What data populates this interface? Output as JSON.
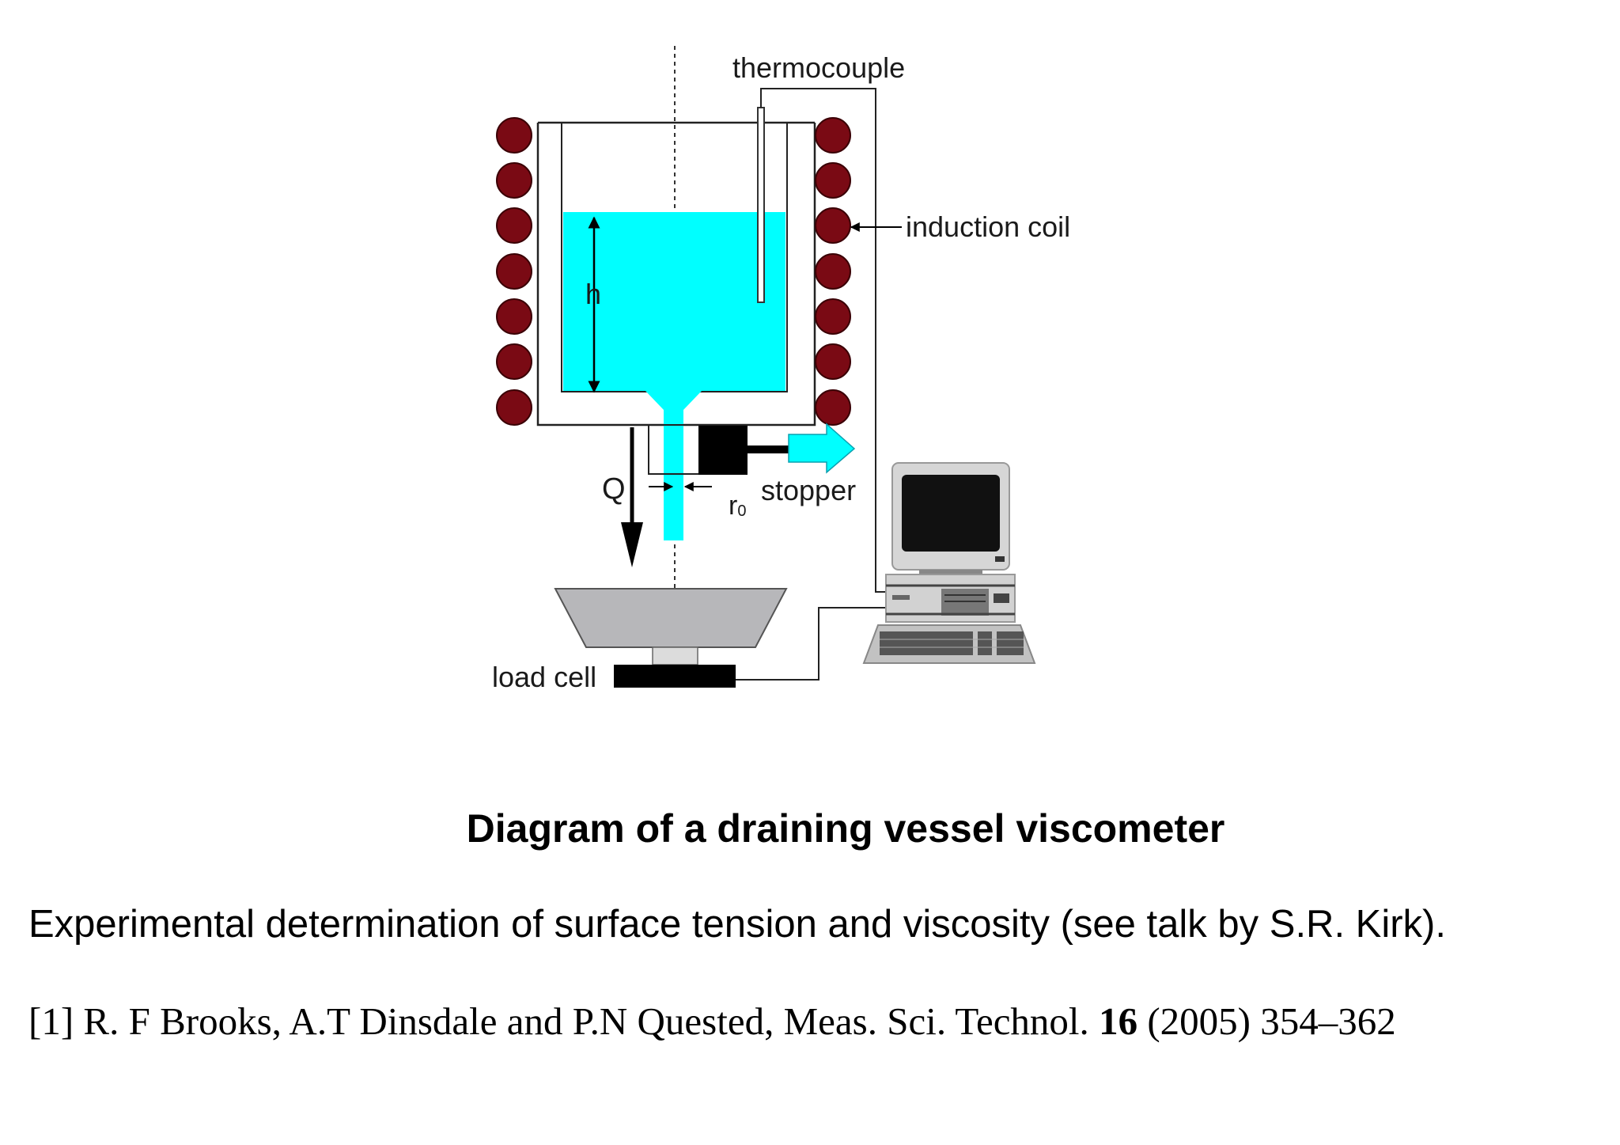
{
  "diagram": {
    "labels": {
      "thermocouple": "thermocouple",
      "induction_coil": "induction coil",
      "h": "h",
      "Q": "Q",
      "r0_main": "r",
      "r0_sub": "0",
      "stopper": "stopper",
      "load_cell": "load cell"
    },
    "colors": {
      "melt": "#00ffff",
      "coil": "#7a0a14",
      "stopper": "#000000",
      "balance": "#b7b7ba",
      "computer_body": "#d2d2d2",
      "screen": "#111111"
    },
    "icons": [
      "induction-coil-turn",
      "computer-icon",
      "arrow-icon"
    ]
  },
  "caption": "Diagram of a draining vessel viscometer",
  "body_text": "Experimental determination of surface tension and viscosity (see talk by S.R. Kirk).",
  "reference": {
    "prefix": "[1] R. F Brooks, A.T Dinsdale and P.N Quested, Meas. Sci. Technol. ",
    "volume": "16",
    "suffix": " (2005) 354–362"
  }
}
